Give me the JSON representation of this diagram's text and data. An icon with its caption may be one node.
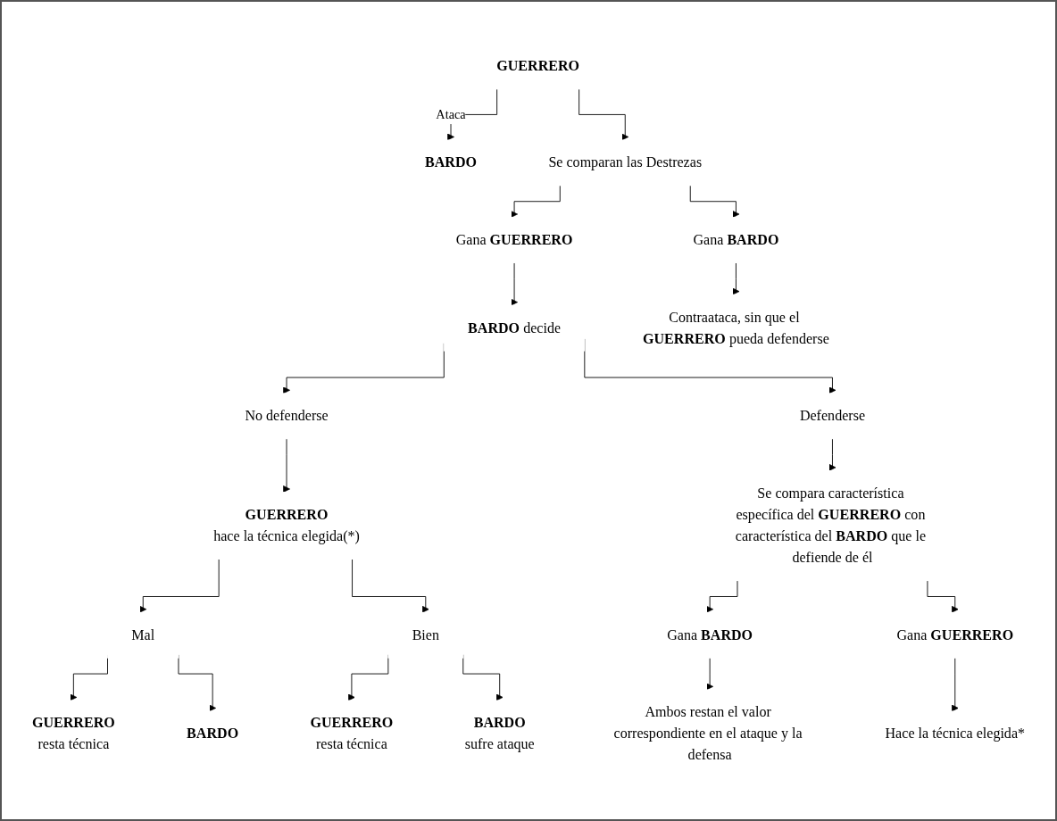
{
  "diagram": {
    "nodes": [
      {
        "text": [
          "GUERRERO"
        ]
      },
      {
        "text": [
          "BARDO"
        ]
      },
      {
        "text": [
          "Se comparan las Destrezas"
        ]
      },
      {
        "text": [
          "Gana **GUERRERO**"
        ]
      },
      {
        "text": [
          "Gana **BARDO**"
        ]
      },
      {
        "text": [
          "**BARDO** decide"
        ]
      },
      {
        "text": [
          "No defenderse"
        ]
      },
      {
        "text": [
          "Defenderse"
        ]
      },
      {
        "text": [
          "Contraataca, sin que el **GUERRERO** pueda defenderse"
        ]
      },
      {
        "text": [
          "GUERRERO",
          "hace la técnica elegida(*)"
        ]
      },
      {
        "text": [
          "Mal"
        ]
      },
      {
        "text": [
          "Bien"
        ]
      },
      {
        "text": [
          "Se compara característica específica del **GUERRERO** con característica del **BARDO** que le defiende de él"
        ]
      },
      {
        "text": [
          "GUERRERO",
          "resta técnica"
        ]
      },
      {
        "text": [
          "BARDO"
        ]
      },
      {
        "text": [
          "GUERRERO",
          "resta técnica"
        ]
      },
      {
        "text": [
          "BARDO",
          "sufre ataque"
        ]
      },
      {
        "text": [
          "Gana **BARDO**"
        ]
      },
      {
        "text": [
          "Gana **GUERRERO**"
        ]
      },
      {
        "text": [
          "Ambos restan el valor correspondiente en el ataque y la defensa"
        ]
      },
      {
        "text": [
          "Hace la técnica elegida*"
        ]
      }
    ],
    "edges": [
      {
        "from": 0,
        "to": 1,
        "arrow": "to",
        "label": "Ataca"
      },
      {
        "from": 0,
        "to": 2,
        "arrow": "to"
      },
      {
        "from": 2,
        "to": 3,
        "arrow": "to"
      },
      {
        "from": 2,
        "to": 4,
        "arrow": "to"
      },
      {
        "from": 3,
        "to": 5,
        "arrow": "to"
      },
      {
        "from": 4,
        "to": 8,
        "arrow": "to"
      },
      {
        "from": 5,
        "to": 6,
        "arrow": "to"
      },
      {
        "from": 5,
        "to": 7,
        "arrow": "to"
      },
      {
        "from": 6,
        "to": 9,
        "arrow": "to"
      },
      {
        "from": 7,
        "to": 12,
        "arrow": "to"
      },
      {
        "from": 9,
        "to": 10,
        "arrow": "to"
      },
      {
        "from": 9,
        "to": 11,
        "arrow": "to"
      },
      {
        "from": 10,
        "to": 13,
        "arrow": "to"
      },
      {
        "from": 10,
        "to": 14,
        "arrow": "to"
      },
      {
        "from": 11,
        "to": 15,
        "arrow": "to"
      },
      {
        "from": 11,
        "to": 16,
        "arrow": "to"
      },
      {
        "from": 12,
        "to": 17,
        "arrow": "to"
      },
      {
        "from": 12,
        "to": 18,
        "arrow": "to"
      },
      {
        "from": 17,
        "to": 19,
        "arrow": "to"
      },
      {
        "from": 18,
        "to": 20,
        "arrow": "to"
      }
    ]
  }
}
